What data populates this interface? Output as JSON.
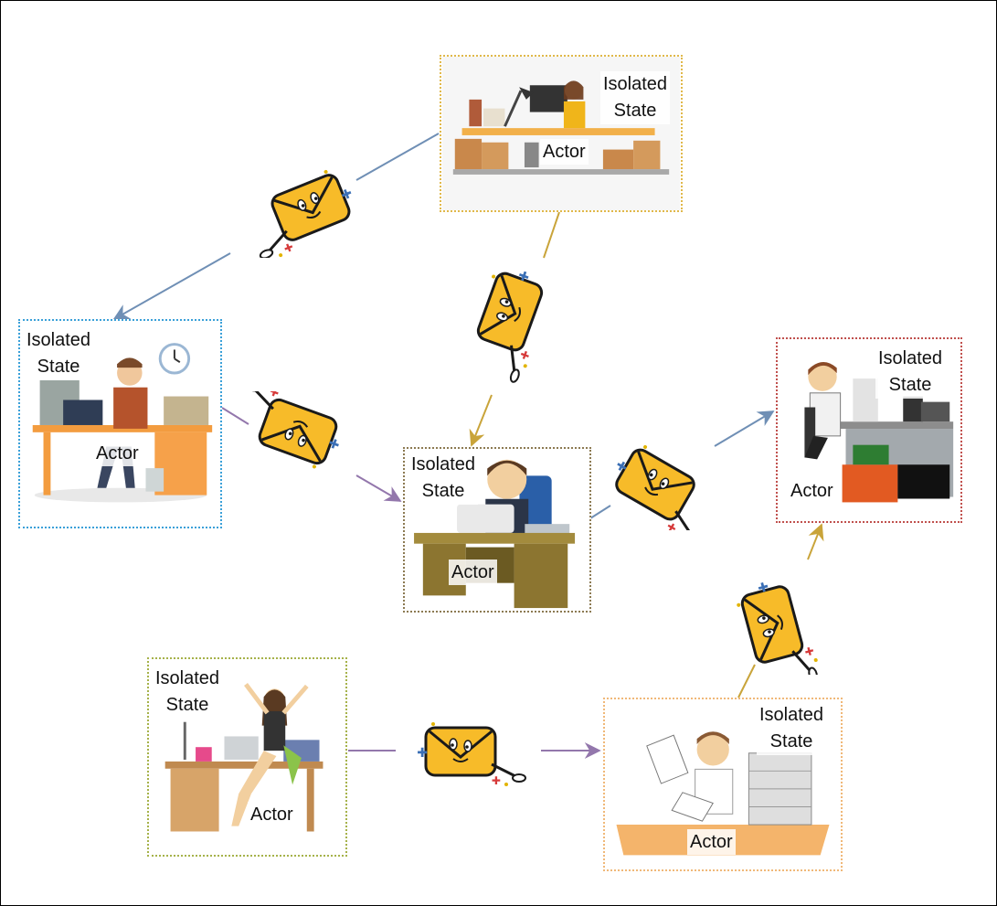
{
  "colors": {
    "blue": "#6f8fb5",
    "gold": "#c9a43a",
    "purple": "#9377ac",
    "envelope": "#f7bb29",
    "envelope_stroke": "#1a1a1a"
  },
  "nodes": [
    {
      "id": "top",
      "state_label": "Isolated\nState",
      "actor_label": "Actor",
      "border_color": "#e0b84a"
    },
    {
      "id": "left",
      "state_label": "Isolated\nState",
      "actor_label": "Actor",
      "border_color": "#3aa0d8"
    },
    {
      "id": "center",
      "state_label": "Isolated\nState",
      "actor_label": "Actor",
      "border_color": "#8c7a52"
    },
    {
      "id": "right",
      "state_label": "Isolated\nState",
      "actor_label": "Actor",
      "border_color": "#c0504d"
    },
    {
      "id": "bottom-left",
      "state_label": "Isolated\nState",
      "actor_label": "Actor",
      "border_color": "#a6b24a"
    },
    {
      "id": "bottom-right",
      "state_label": "Isolated\nState",
      "actor_label": "Actor",
      "border_color": "#f0b878"
    }
  ],
  "messages": [
    {
      "from": "top",
      "to": "left",
      "icon": "envelope-mascot-icon"
    },
    {
      "from": "top",
      "to": "center",
      "icon": "envelope-mascot-icon"
    },
    {
      "from": "left",
      "to": "center",
      "icon": "envelope-mascot-icon"
    },
    {
      "from": "center",
      "to": "right",
      "icon": "envelope-mascot-icon"
    },
    {
      "from": "bottom-left",
      "to": "bottom-right",
      "icon": "envelope-mascot-icon"
    },
    {
      "from": "bottom-right",
      "to": "right",
      "icon": "envelope-mascot-icon"
    }
  ]
}
